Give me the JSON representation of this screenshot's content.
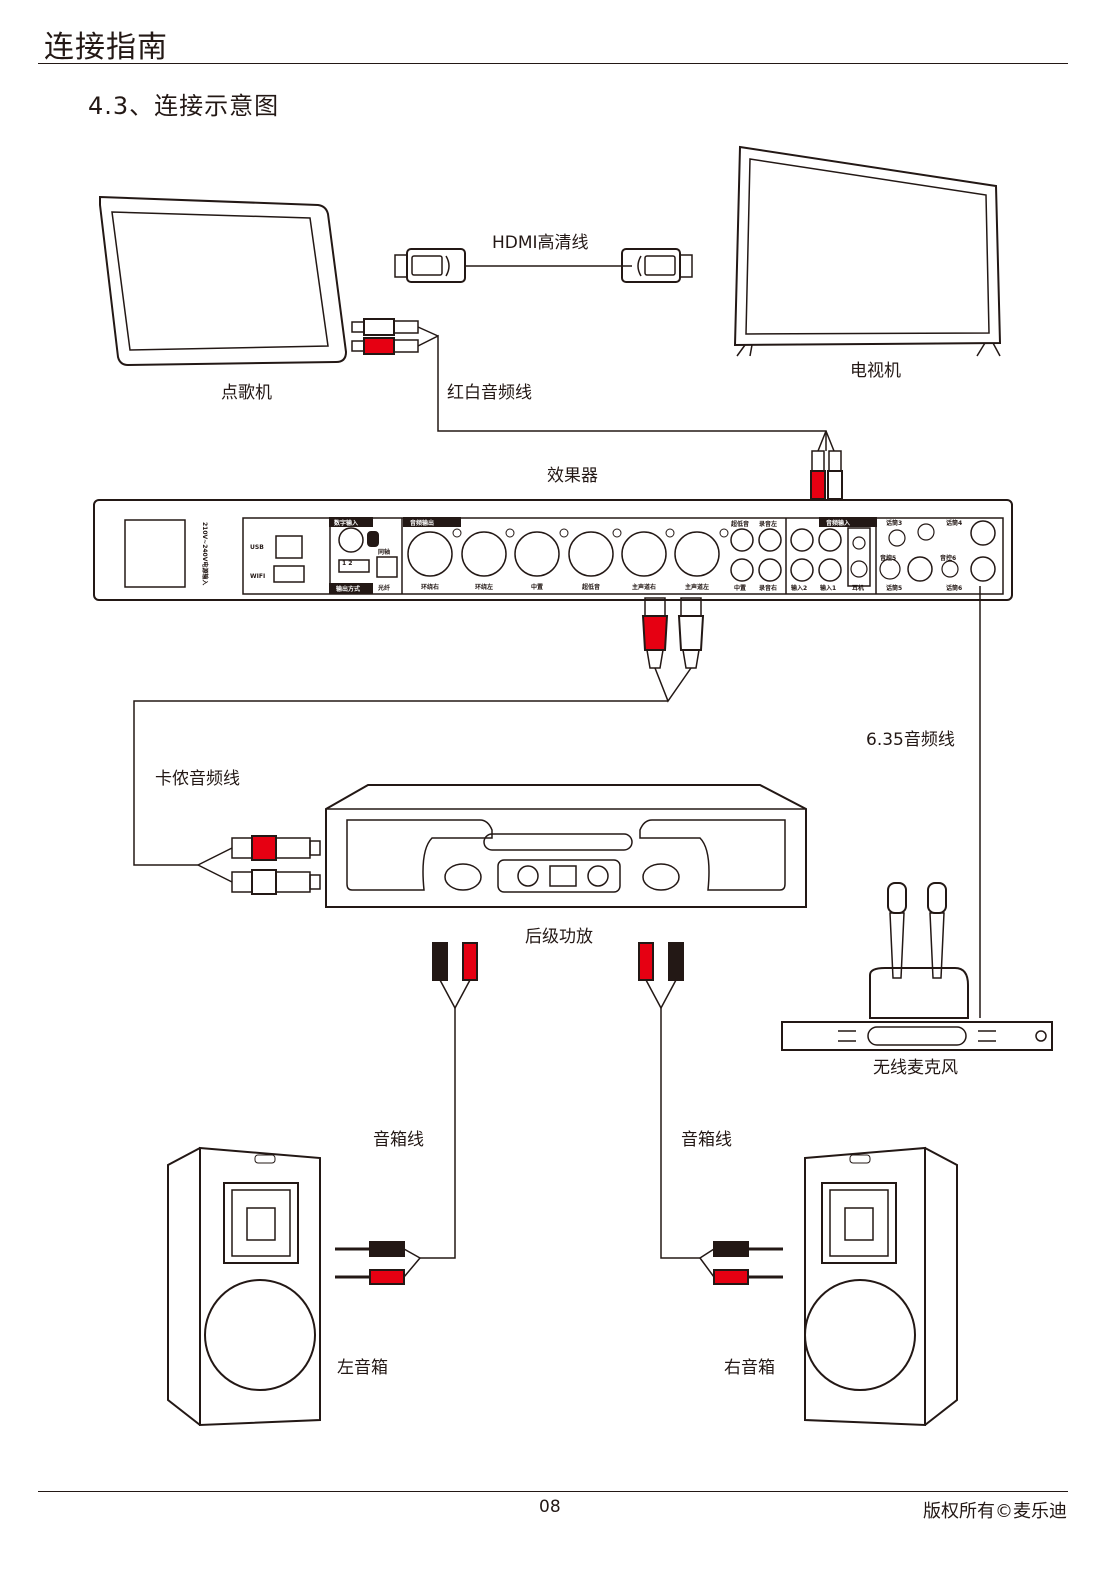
{
  "header": {
    "title": "连接指南",
    "section": "4.3、连接示意图"
  },
  "devices": {
    "jukebox": "点歌机",
    "tv": "电视机",
    "effects": "效果器",
    "amplifier": "后级功放",
    "wireless_mic": "无线麦克风",
    "left_speaker": "左音箱",
    "right_speaker": "右音箱"
  },
  "cables": {
    "hdmi": "HDMI高清线",
    "rca": "红白音频线",
    "xlr": "卡侬音频线",
    "jack635": "6.35音频线",
    "speaker_left": "音箱线",
    "speaker_right": "音箱线"
  },
  "panel": {
    "usb": "USB",
    "wifi": "WIFI",
    "power": "210V~240V电源输入",
    "optical": "光纤",
    "coaxial": "同轴",
    "xlr_out": [
      "环绕右",
      "环绕左",
      "中置",
      "超低音",
      "主声道右",
      "主声道左"
    ],
    "rca_top": [
      "超低音",
      "录音左"
    ],
    "rca_bottom": [
      "中置",
      "录音右"
    ],
    "inputs": [
      "输入2",
      "输入1",
      "耳机"
    ],
    "mics": [
      "话筒3",
      "话筒4",
      "音控5",
      "音控6",
      "话筒5",
      "话筒6"
    ],
    "sec_digital": "数字输入",
    "sec_audio_out": "音频输出",
    "sec_audio_in": "音频输入",
    "sec_mode": "输出方式",
    "mode_nums": "1   2"
  },
  "footer": {
    "page": "08",
    "copyright": "版权所有©麦乐迪"
  },
  "colors": {
    "line": "#231815",
    "red": "#e60012"
  }
}
